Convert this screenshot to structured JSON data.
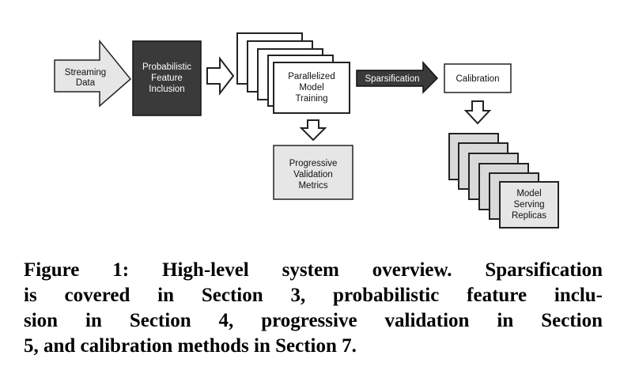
{
  "diagram": {
    "streaming_data": [
      "Streaming",
      "Data"
    ],
    "feature_inclusion": [
      "Probabilistic",
      "Feature",
      "Inclusion"
    ],
    "model_training": [
      "Parallelized",
      "Model",
      "Training"
    ],
    "sparsification": "Sparsification",
    "calibration": "Calibration",
    "validation_metrics": [
      "Progressive",
      "Validation",
      "Metrics"
    ],
    "serving_replicas": [
      "Model",
      "Serving",
      "Replicas"
    ]
  },
  "caption": {
    "lines": [
      "Figure 1: High-level system overview. Sparsification",
      "is covered in Section 3, probabilistic feature inclu-",
      "sion in Section 4, progressive validation in Section",
      "5, and calibration methods in Section 7."
    ]
  }
}
